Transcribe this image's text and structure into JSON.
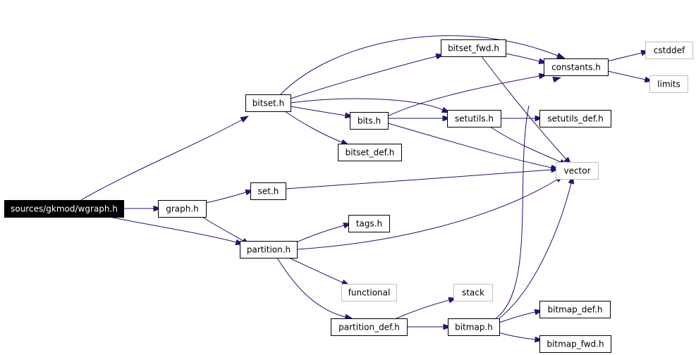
{
  "diagram": {
    "colors": {
      "edge": "#191970",
      "node_border": "#000000",
      "external_border": "#bfbfbf",
      "root_fill": "#000000",
      "root_text": "#ffffff",
      "node_fill": "#ffffff",
      "node_text": "#000000"
    },
    "nodes": [
      {
        "id": "wgraph",
        "label": "sources/gkmod/wgraph.h",
        "kind": "root"
      },
      {
        "id": "graph",
        "label": "graph.h",
        "kind": "file"
      },
      {
        "id": "bitset",
        "label": "bitset.h",
        "kind": "file"
      },
      {
        "id": "set",
        "label": "set.h",
        "kind": "file"
      },
      {
        "id": "partition",
        "label": "partition.h",
        "kind": "file"
      },
      {
        "id": "bitset_fwd",
        "label": "bitset_fwd.h",
        "kind": "file"
      },
      {
        "id": "bits",
        "label": "bits.h",
        "kind": "file"
      },
      {
        "id": "bitset_def",
        "label": "bitset_def.h",
        "kind": "file"
      },
      {
        "id": "setutils",
        "label": "setutils.h",
        "kind": "file"
      },
      {
        "id": "tags",
        "label": "tags.h",
        "kind": "file"
      },
      {
        "id": "functional",
        "label": "functional",
        "kind": "external"
      },
      {
        "id": "partition_def",
        "label": "partition_def.h",
        "kind": "file"
      },
      {
        "id": "stack",
        "label": "stack",
        "kind": "external"
      },
      {
        "id": "bitmap",
        "label": "bitmap.h",
        "kind": "file"
      },
      {
        "id": "constants",
        "label": "constants.h",
        "kind": "file"
      },
      {
        "id": "setutils_def",
        "label": "setutils_def.h",
        "kind": "file"
      },
      {
        "id": "vector",
        "label": "vector",
        "kind": "external"
      },
      {
        "id": "cstddef",
        "label": "cstddef",
        "kind": "external"
      },
      {
        "id": "limits",
        "label": "limits",
        "kind": "external"
      },
      {
        "id": "bitmap_def",
        "label": "bitmap_def.h",
        "kind": "file"
      },
      {
        "id": "bitmap_fwd",
        "label": "bitmap_fwd.h",
        "kind": "file"
      }
    ],
    "edges": [
      {
        "from": "wgraph",
        "to": "bitset"
      },
      {
        "from": "wgraph",
        "to": "graph"
      },
      {
        "from": "wgraph",
        "to": "partition"
      },
      {
        "from": "graph",
        "to": "set"
      },
      {
        "from": "graph",
        "to": "partition"
      },
      {
        "from": "bitset",
        "to": "bitset_fwd"
      },
      {
        "from": "bitset",
        "to": "constants"
      },
      {
        "from": "bitset",
        "to": "bits"
      },
      {
        "from": "bitset",
        "to": "setutils"
      },
      {
        "from": "bitset",
        "to": "bitset_def"
      },
      {
        "from": "bitset_fwd",
        "to": "constants"
      },
      {
        "from": "bitset_fwd",
        "to": "vector"
      },
      {
        "from": "bits",
        "to": "constants"
      },
      {
        "from": "bits",
        "to": "setutils"
      },
      {
        "from": "bits",
        "to": "vector"
      },
      {
        "from": "setutils",
        "to": "setutils_def"
      },
      {
        "from": "setutils",
        "to": "vector"
      },
      {
        "from": "set",
        "to": "vector"
      },
      {
        "from": "partition",
        "to": "tags"
      },
      {
        "from": "partition",
        "to": "vector"
      },
      {
        "from": "partition",
        "to": "functional"
      },
      {
        "from": "partition",
        "to": "partition_def"
      },
      {
        "from": "partition_def",
        "to": "stack"
      },
      {
        "from": "partition_def",
        "to": "bitmap"
      },
      {
        "from": "bitmap",
        "to": "constants"
      },
      {
        "from": "bitmap",
        "to": "vector"
      },
      {
        "from": "bitmap",
        "to": "bitmap_def"
      },
      {
        "from": "bitmap",
        "to": "bitmap_fwd"
      },
      {
        "from": "constants",
        "to": "cstddef"
      },
      {
        "from": "constants",
        "to": "limits"
      }
    ]
  }
}
